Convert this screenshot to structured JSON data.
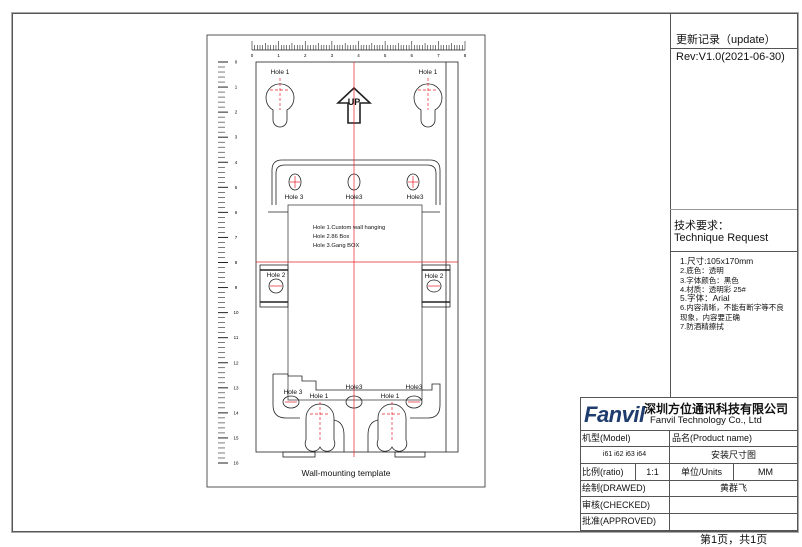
{
  "revision": {
    "header": "更新记录（update）",
    "rev": "Rev:V1.0(2021-06-30)"
  },
  "technique": {
    "title_cn": "技术要求：",
    "title_en": "Technique Request",
    "items": [
      "1.尺寸:105x170mm",
      "2.底色：透明",
      "3.字体颜色：黑色",
      "4.材质：透明彩 25#",
      "5.字体：Arial",
      "6.内容清晰，不能有断字等不良",
      "现象，内容要正确",
      "7.防酒精擦拭"
    ]
  },
  "title_block": {
    "logo": "Fanvil",
    "company_cn": "深圳方位通讯科技有限公司",
    "company_en": "Fanvil Technology Co., Ltd",
    "model_label": "机型(Model)",
    "model_value": "i61 i62 i63 i64",
    "product_label": "品名(Product name)",
    "product_value": "安装尺寸图",
    "ratio_label": "比例(ratio)",
    "ratio_value": "1:1",
    "units_label": "单位/Units",
    "units_value": "MM",
    "drawed_label": "绘制(DRAWED)",
    "drawed_value": "黄群飞",
    "checked_label": "审核(CHECKED)",
    "approved_label": "批准(APPROVED)",
    "brand_color": "#1f3c6e"
  },
  "footer": {
    "page": "第1页，共1页"
  },
  "drawing": {
    "caption": "Wall-mounting template",
    "up_label": "UP",
    "notes": [
      "Hole 1.Custom wall hanging",
      "Hole 2.86 Box",
      "Hole 3.Gang BOX"
    ],
    "hole1": "Hole 1",
    "hole2": "Hole 2",
    "hole3": "Hole 3",
    "hole3b": "Hole3",
    "hole3c": "Hole3",
    "ruler_top_labels": [
      "0",
      "1",
      "2",
      "3",
      "4",
      "5",
      "6",
      "7",
      "8"
    ],
    "ruler_left_labels": [
      "0",
      "1",
      "2",
      "3",
      "4",
      "5",
      "6",
      "7",
      "8",
      "9",
      "10",
      "11",
      "12",
      "13",
      "14",
      "15",
      "16"
    ],
    "centerline_color": "#e8202a"
  }
}
